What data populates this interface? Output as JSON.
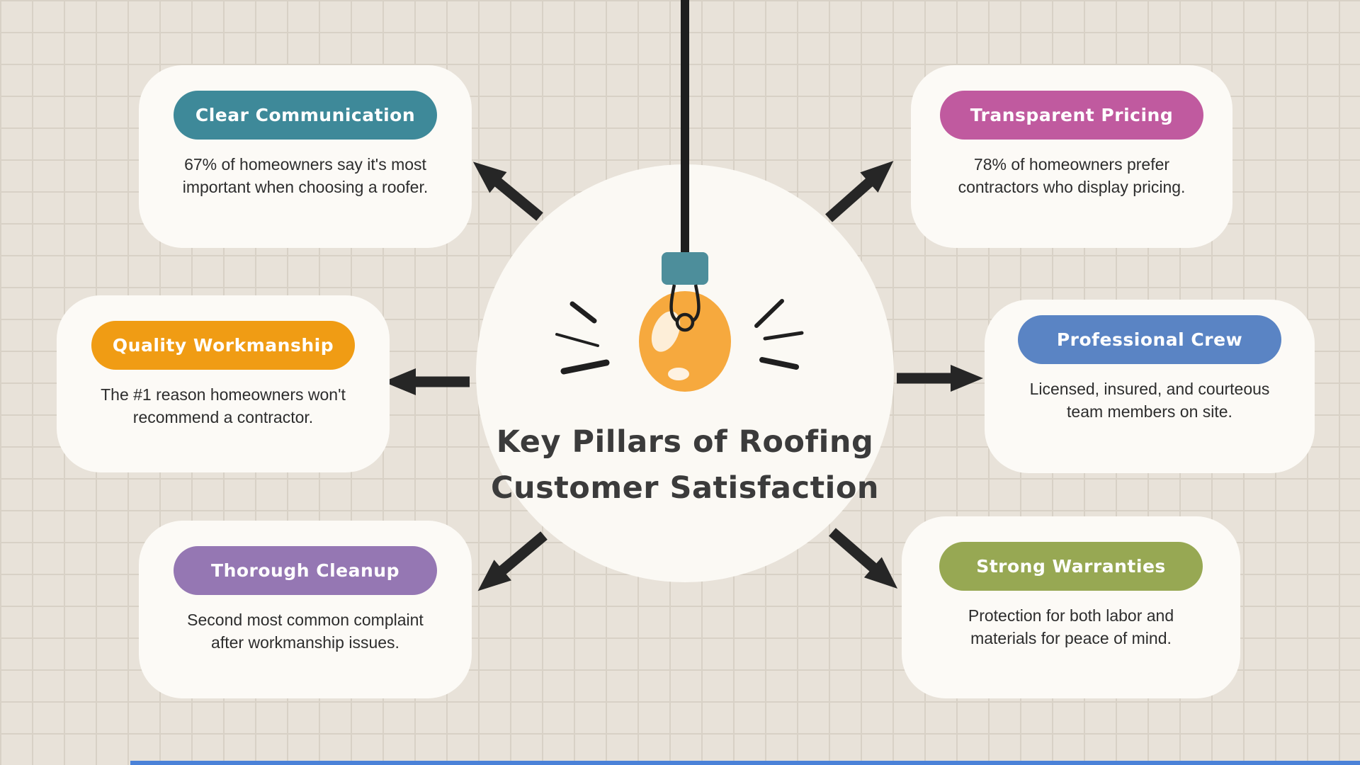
{
  "title": {
    "line1": "Key Pillars of Roofing",
    "line2": "Customer Satisfaction"
  },
  "cards": [
    {
      "label": "Clear Communication",
      "color": "#3E8999",
      "body": "67% of homeowners say it's most\nimportant when choosing a roofer."
    },
    {
      "label": "Transparent Pricing",
      "color": "#C05A9F",
      "body": "78% of homeowners prefer\ncontractors who display pricing."
    },
    {
      "label": "Quality Workmanship",
      "color": "#F09C14",
      "body": "The #1 reason homeowners won't\nrecommend a contractor."
    },
    {
      "label": "Professional Crew",
      "color": "#5A84C4",
      "body": "Licensed, insured, and courteous\nteam members on site."
    },
    {
      "label": "Thorough Cleanup",
      "color": "#9577B3",
      "body": "Second most common complaint\nafter workmanship issues."
    },
    {
      "label": "Strong Warranties",
      "color": "#97A853",
      "body": "Protection for both labor and\nmaterials for peace of mind."
    }
  ],
  "icons": {
    "center": "lightbulb-icon"
  },
  "palette": {
    "canvas": "#E8E2D9",
    "grid_line": "#D8D1C6",
    "circle": "#FBF9F4",
    "card": "#FCFAF6",
    "arrow": "#262626",
    "cord": "#1E1E1E",
    "socket": "#4D8E9B",
    "bulb": "#F6A93E",
    "title_text": "#3B3B3B",
    "body_text": "#2D2D2D",
    "bottom_bar": "#4B82D8"
  }
}
